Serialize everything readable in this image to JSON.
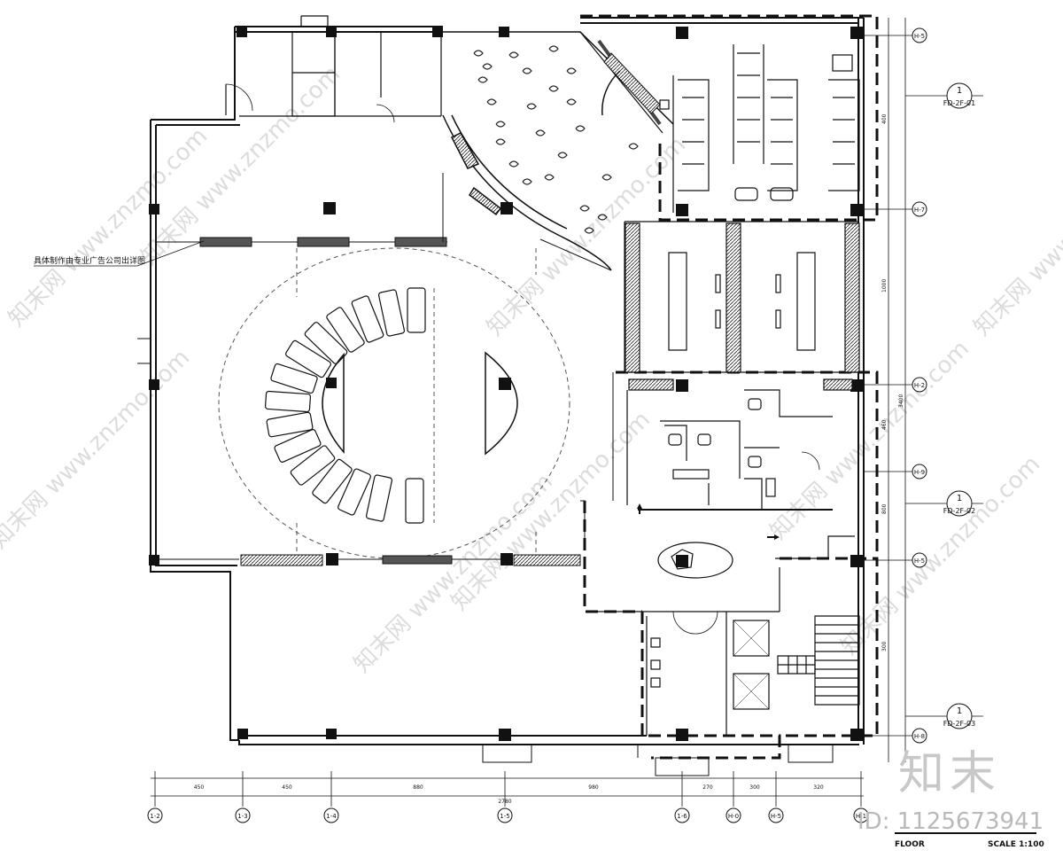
{
  "note_callout": "具体制作由专业广告公司出详图",
  "grid_rows": [
    {
      "label": "H-5"
    },
    {
      "label": "H-7"
    },
    {
      "label": "H-2"
    },
    {
      "label": "H-9"
    },
    {
      "label": "H-5"
    },
    {
      "label": "H-8"
    }
  ],
  "grid_cols": [
    {
      "label": "1-2"
    },
    {
      "label": "1-3"
    },
    {
      "label": "1-4"
    },
    {
      "label": "1-5"
    },
    {
      "label": "1-6"
    },
    {
      "label": "H-0"
    },
    {
      "label": "H-5"
    },
    {
      "label": "H-1"
    }
  ],
  "bottom_dims": [
    "450",
    "450",
    "880",
    "980",
    "270",
    "300",
    "320"
  ],
  "bottom_total": "2780",
  "right_dims": [
    "400",
    "1000",
    "460",
    "800",
    "300"
  ],
  "right_total": "3400",
  "section_refs": [
    {
      "num": "1",
      "code": "FD-2F-01"
    },
    {
      "num": "1",
      "code": "FD-2F-02"
    },
    {
      "num": "1",
      "code": "FD-2F-03"
    }
  ],
  "title": {
    "floor": "FLOOR",
    "scale": "SCALE 1:100"
  },
  "watermarks": {
    "corner": "知末",
    "id": "ID: 1125673941",
    "repeat": "知末网 www.znzmo.com"
  }
}
